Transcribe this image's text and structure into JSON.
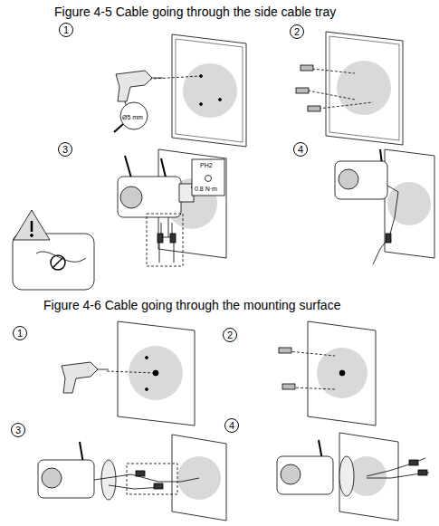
{
  "diagram": {
    "nodes": [
      {
        "text": [
          "1"
        ]
      },
      {
        "text": [
          "2"
        ]
      },
      {
        "text": [
          "3"
        ]
      },
      {
        "text": [
          "4"
        ]
      },
      {
        "text": [
          "1"
        ]
      },
      {
        "text": [
          "2"
        ]
      },
      {
        "text": [
          "3"
        ]
      },
      {
        "text": [
          "4"
        ]
      }
    ],
    "labels": [
      "Figure 4-5 Cable going through the side cable tray",
      "Ø5 mm",
      "PH2",
      "0.8 N·m",
      "Figure 4-6 Cable going through the mounting surface"
    ]
  }
}
